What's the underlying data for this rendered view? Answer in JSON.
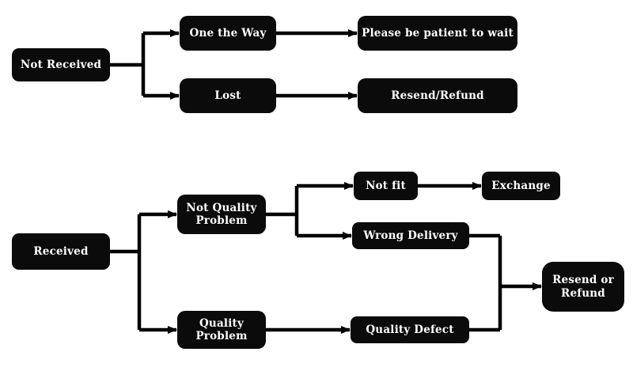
{
  "flowchart": {
    "colors": {
      "background": "#ffffff",
      "node_bg": "#0b0b0b",
      "node_text": "#ffffff",
      "arrow": "#000000"
    },
    "nodes": {
      "not_received": "Not Received",
      "one_the_way": "One the Way",
      "lost": "Lost",
      "please_be_patient": "Please be patient to wait",
      "resend_refund": "Resend/Refund",
      "received": "Received",
      "not_quality_problem": "Not Quality Problem",
      "quality_problem": "Quality Problem",
      "not_fit": "Not fit",
      "exchange": "Exchange",
      "wrong_delivery": "Wrong Delivery",
      "quality_defect": "Quality Defect",
      "resend_or_refund": "Resend or Refund"
    },
    "edges": [
      {
        "from": "Not Received",
        "to": "One the Way"
      },
      {
        "from": "Not Received",
        "to": "Lost"
      },
      {
        "from": "One the Way",
        "to": "Please be patient to wait"
      },
      {
        "from": "Lost",
        "to": "Resend/Refund"
      },
      {
        "from": "Received",
        "to": "Not Quality Problem"
      },
      {
        "from": "Received",
        "to": "Quality Problem"
      },
      {
        "from": "Not Quality Problem",
        "to": "Not fit"
      },
      {
        "from": "Not Quality Problem",
        "to": "Wrong Delivery"
      },
      {
        "from": "Not fit",
        "to": "Exchange"
      },
      {
        "from": "Quality Problem",
        "to": "Quality Defect"
      },
      {
        "from": "Wrong Delivery",
        "to": "Resend or Refund"
      },
      {
        "from": "Quality Defect",
        "to": "Resend or Refund"
      }
    ]
  }
}
